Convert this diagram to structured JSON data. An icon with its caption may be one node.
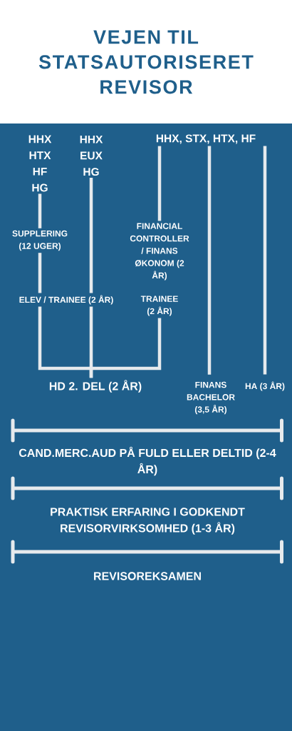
{
  "diagram": {
    "title": "VEJEN TIL STATSAUTORISERET REVISOR",
    "nodes": [
      {
        "text": [
          "HHX",
          "HTX",
          "HF",
          "HG"
        ]
      },
      {
        "text": [
          "HHX",
          "EUX",
          "HG"
        ]
      },
      {
        "text": [
          "HHX, STX, HTX, HF"
        ]
      },
      {
        "text": [
          "SUPPLERING (12 UGER)"
        ]
      },
      {
        "text": [
          "FINANCIAL CONTROLLER / FINANS ØKONOM (2 ÅR)"
        ]
      },
      {
        "text": [
          "ELEV / TRAINEE (2 ÅR)"
        ]
      },
      {
        "text": [
          "TRAINEE (2 ÅR)"
        ]
      },
      {
        "text": [
          "HD 2. DEL (2 ÅR)"
        ]
      },
      {
        "text": [
          "FINANS BACHELOR (3,5 ÅR)"
        ]
      },
      {
        "text": [
          "HA (3 ÅR)"
        ]
      },
      {
        "text": [
          "CAND.MERC.AUD PÅ FULD ELLER DELTID (2-4 ÅR)"
        ]
      },
      {
        "text": [
          "PRAKTISK ERFARING I GODKENDT REVISORVIRKSOMHED (1-3 ÅR)"
        ]
      },
      {
        "text": [
          "REVISOREKSAMEN"
        ]
      }
    ],
    "edges": [
      {
        "from": 0,
        "to": 3,
        "arrow": "none"
      },
      {
        "from": 3,
        "to": 5,
        "arrow": "none"
      },
      {
        "from": 1,
        "to": 5,
        "arrow": "none"
      },
      {
        "from": 5,
        "to": 7,
        "arrow": "none"
      },
      {
        "from": 6,
        "to": 7,
        "arrow": "none"
      },
      {
        "from": 2,
        "to": 4,
        "arrow": "none"
      },
      {
        "from": 2,
        "to": 8,
        "arrow": "none"
      },
      {
        "from": 2,
        "to": 9,
        "arrow": "none"
      }
    ]
  }
}
